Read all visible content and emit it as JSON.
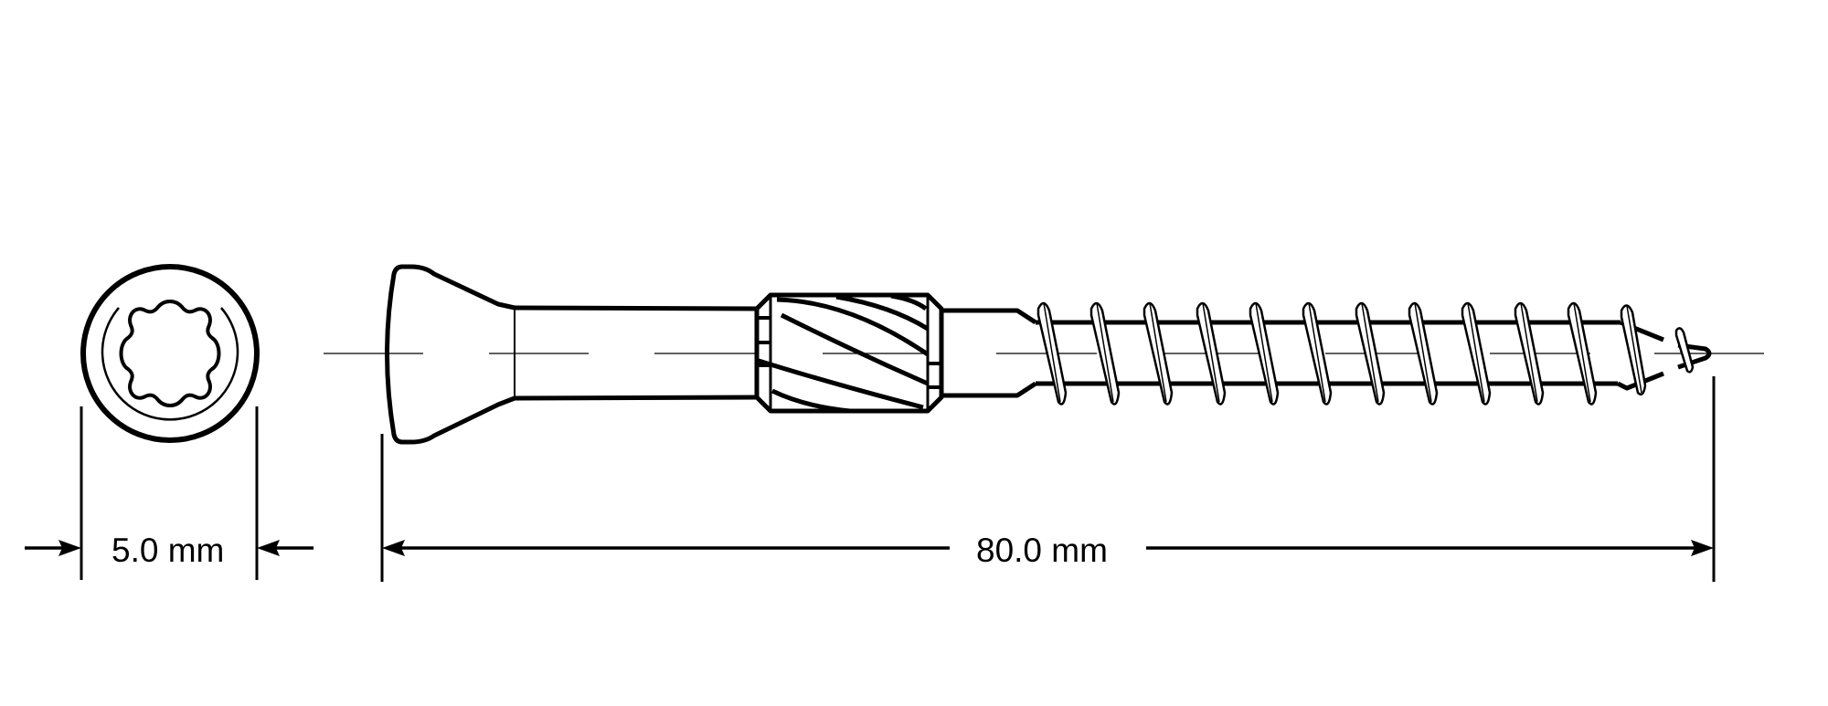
{
  "drawing": {
    "type": "screw technical drawing",
    "views": [
      "end view (drive recess)",
      "side view"
    ],
    "drive": "Torx (6-lobe star)",
    "line_color": "#000000",
    "background": "#ffffff"
  },
  "dimensions": {
    "diameter": {
      "label": "5.0 mm",
      "value": 5.0,
      "unit": "mm"
    },
    "length": {
      "label": "80.0 mm",
      "value": 80.0,
      "unit": "mm"
    }
  },
  "screw_features": {
    "head": "countersunk",
    "shank": "smooth",
    "reamer": "milling ribs section",
    "thread_turns_visible": 12,
    "tip": "pointed with cutting tip"
  }
}
